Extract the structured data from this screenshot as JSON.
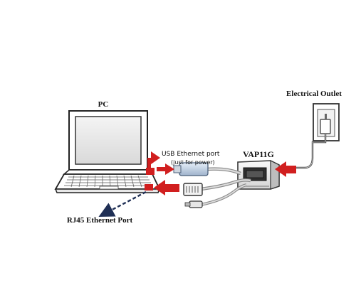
{
  "labels": {
    "pc": "PC",
    "electrical_outlet": "Electrical Outlet",
    "usb_port": "USB Ethernet port",
    "usb_port_note": "(just for power)",
    "device": "VAP11G",
    "rj45_port": "RJ45 Ethernet Port"
  },
  "colors": {
    "arrow_red": "#d11f1f",
    "arrow_dark": "#1f2f55",
    "line": "#333333",
    "cable_gray": "#b8b8b8"
  },
  "icons": {
    "pc": "laptop-icon",
    "outlet": "power-outlet-icon",
    "device": "router-device-icon"
  }
}
